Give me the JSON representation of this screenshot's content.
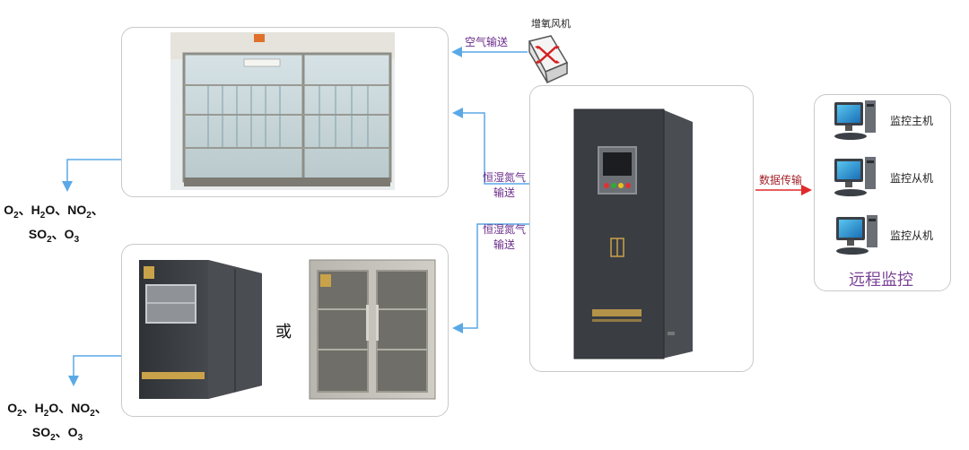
{
  "labels": {
    "fan": "增氧风机",
    "air_delivery": "空气输送",
    "nitrogen_1_line1": "恒湿氮气",
    "nitrogen_1_line2": "输送",
    "nitrogen_2_line1": "恒湿氮气",
    "nitrogen_2_line2": "输送",
    "data_transfer": "数据传输",
    "or": "或",
    "remote_monitor": "远程监控"
  },
  "monitor_pcs": [
    {
      "label": "监控主机"
    },
    {
      "label": "监控从机"
    },
    {
      "label": "监控从机"
    }
  ],
  "gases_top": {
    "line1": [
      {
        "t": "O"
      },
      {
        "sub": "2"
      },
      {
        "t": "、H"
      },
      {
        "sub": "2"
      },
      {
        "t": "O、NO"
      },
      {
        "sub": "2"
      },
      {
        "t": "、"
      }
    ],
    "line2": [
      {
        "t": "SO"
      },
      {
        "sub": "2"
      },
      {
        "t": "、O"
      },
      {
        "sub": "3"
      }
    ]
  },
  "gases_bottom": {
    "line1": [
      {
        "t": "O"
      },
      {
        "sub": "2"
      },
      {
        "t": "、H"
      },
      {
        "sub": "2"
      },
      {
        "t": "O、NO"
      },
      {
        "sub": "2"
      },
      {
        "t": "、"
      }
    ],
    "line2": [
      {
        "t": "SO"
      },
      {
        "sub": "2"
      },
      {
        "t": "、O"
      },
      {
        "sub": "3"
      }
    ]
  },
  "colors": {
    "arrow_blue": "#5aa9e6",
    "arrow_red": "#e02a2a",
    "label_purple": "#6a2b8a",
    "cabinet_dark": "#3a3d42",
    "gold": "#c9a24a"
  },
  "icons": [
    "fan-icon",
    "computer-icon",
    "glass-chamber",
    "control-cabinet",
    "storage-cabinet"
  ]
}
